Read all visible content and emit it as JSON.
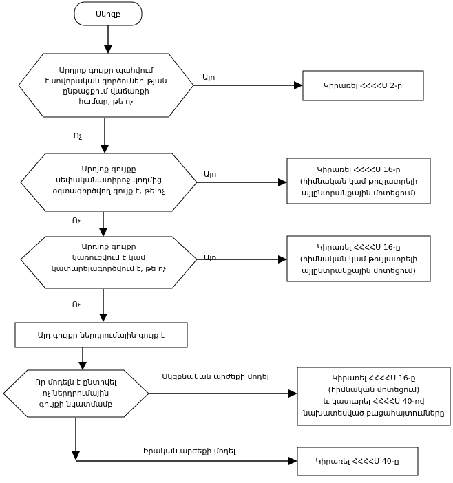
{
  "diagram": {
    "title_present": false,
    "language": "hy",
    "background_color": "#ffffff",
    "line_color": "#000000",
    "text_color": "#000000",
    "nodes": [
      {
        "id": "start",
        "type": "terminator",
        "lines": [
          "Սկիզբ"
        ]
      },
      {
        "id": "decision1",
        "type": "decision-hexagon",
        "lines": [
          "Արդյոք գույքը պահվում",
          "է սովորական գործունեության",
          "ընթացքում վաճառքի",
          "համար, թե ոչ"
        ]
      },
      {
        "id": "result1",
        "type": "process",
        "lines": [
          "Կիրառել ՀՀՀՀՍ 2-ը"
        ]
      },
      {
        "id": "decision2",
        "type": "decision-hexagon",
        "lines": [
          "Արդյոք գույքը",
          "սեփականատիրոջ կողմից",
          "օգտագործվող գույք է, թե ոչ"
        ]
      },
      {
        "id": "result2",
        "type": "process",
        "lines": [
          "Կիրառել ՀՀՀՀՍ 16-ը",
          "(հիմնական կամ թույլատրելի",
          "այլընտրանքային մոտեցում)"
        ]
      },
      {
        "id": "decision3",
        "type": "decision-hexagon",
        "lines": [
          "Արդյոք գույքը",
          "կառուցվում է կամ",
          "կատարելագործվում է, թե ոչ"
        ]
      },
      {
        "id": "result3",
        "type": "process",
        "lines": [
          "Կիրառել ՀՀՀՀՍ 16-ը",
          "(հիմնական կամ թույլատրելի",
          "այլընտրանքային մոտեցում)"
        ]
      },
      {
        "id": "statement",
        "type": "process",
        "lines": [
          "Այդ գույքը ներդրումային գույք է"
        ]
      },
      {
        "id": "decision4",
        "type": "decision-hexagon",
        "lines": [
          "Որ մոդելն է ընտրվել",
          "ոչ ներդրումային",
          "գույքի նկատմամբ"
        ]
      },
      {
        "id": "result4",
        "type": "process",
        "lines": [
          "Կիրառել ՀՀՀՀՍ 16-ը",
          "(հիմնական մոտեցում)",
          "և կատարել ՀՀՀՀՍ 40-ով",
          "նախատեսված բացահայտումները"
        ]
      },
      {
        "id": "result5",
        "type": "process",
        "lines": [
          "Կիրառել ՀՀՀՀՍ 40-ը"
        ]
      }
    ],
    "edge_labels": {
      "yes1": "Այո",
      "no1": "Ոչ",
      "yes2": "Այո",
      "no2": "Ոչ",
      "yes3": "Այո",
      "no3": "Ոչ",
      "cost_model": "Սկզբնական արժեքի մոդել",
      "fair_value_model": "Իրական արժեքի մոդել"
    }
  }
}
